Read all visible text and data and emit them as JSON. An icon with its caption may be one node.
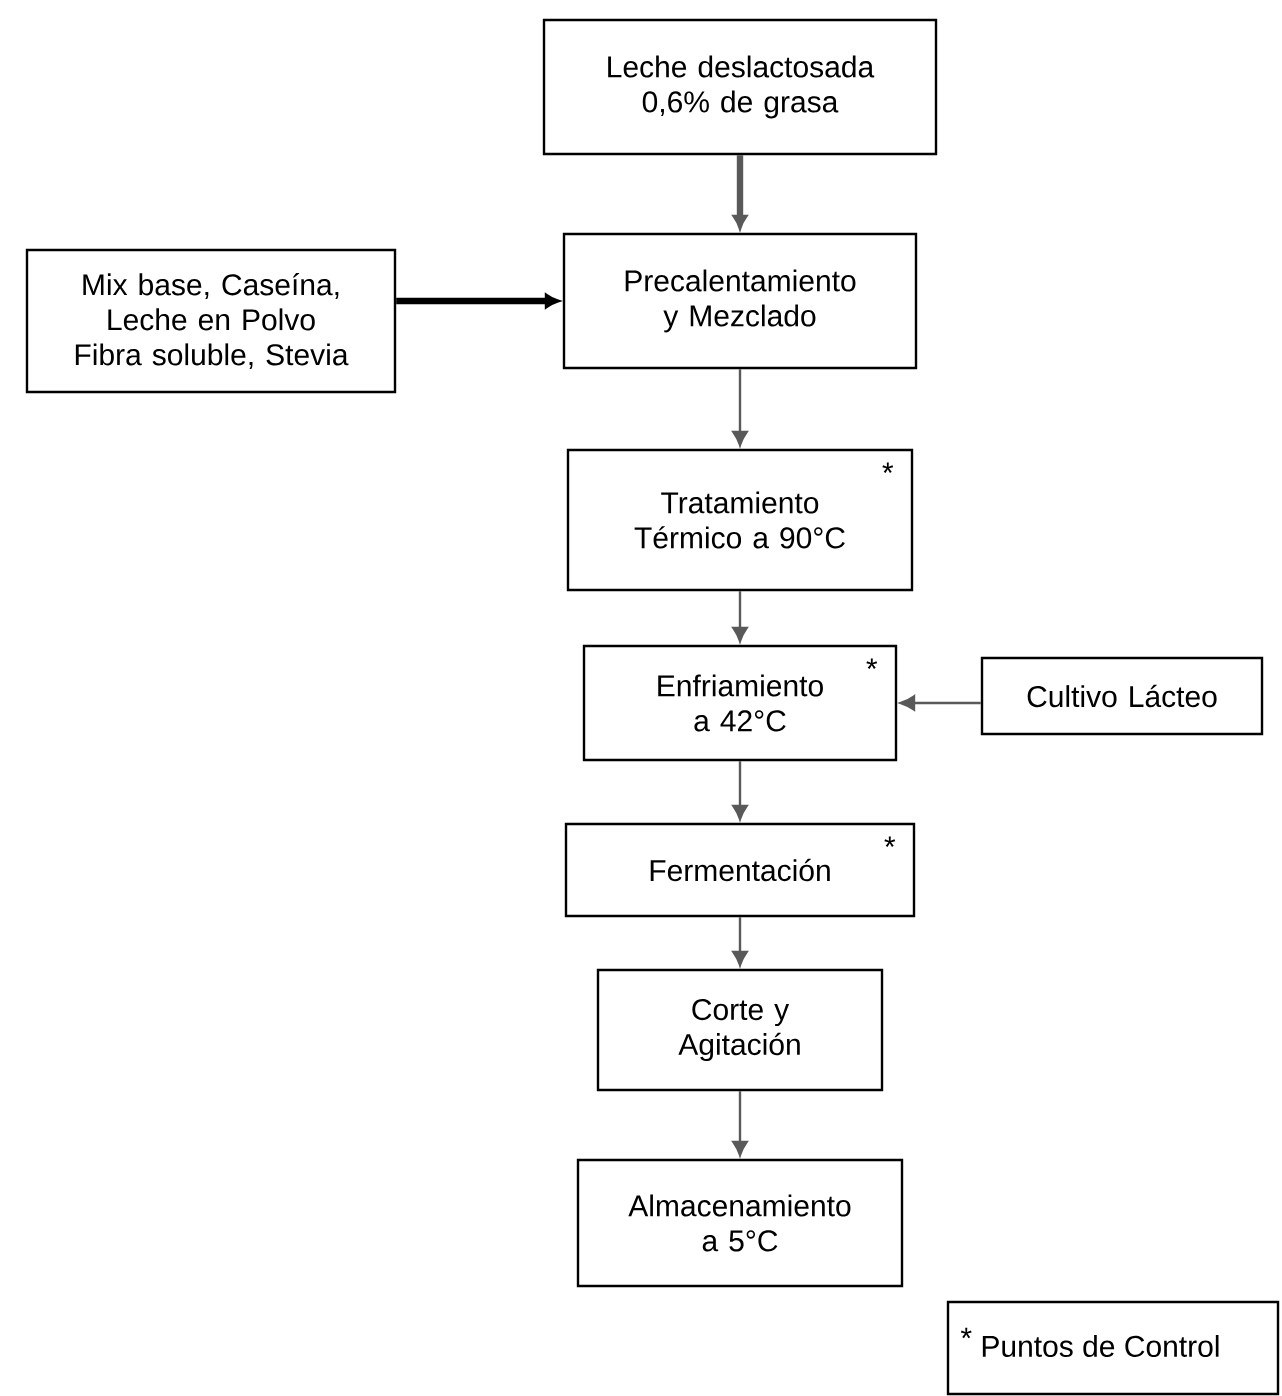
{
  "diagram": {
    "nodes": [
      {
        "text": [
          "Leche deslactosada 0,6% de grasa"
        ]
      },
      {
        "text": [
          "Mix base, Caseína, Leche en Polvo Fibra soluble, Stevia"
        ]
      },
      {
        "text": [
          "Precalentamiento y Mezclado"
        ]
      },
      {
        "text": [
          "Tratamiento Térmico a 90°C",
          "*"
        ]
      },
      {
        "text": [
          "Enfriamiento a 42°C",
          "*"
        ]
      },
      {
        "text": [
          "Cultivo Lácteo"
        ]
      },
      {
        "text": [
          "Fermentación",
          "*"
        ]
      },
      {
        "text": [
          "Corte y Agitación"
        ]
      },
      {
        "text": [
          "Almacenamiento a 5°C"
        ]
      },
      {
        "text": [
          "*",
          "Puntos de Control"
        ]
      }
    ],
    "edges": [
      {
        "from": 0,
        "to": 2,
        "arrow": "to",
        "style": "thick"
      },
      {
        "from": 1,
        "to": 2,
        "arrow": "to",
        "style": "thick",
        "color": "#000000"
      },
      {
        "from": 2,
        "to": 3,
        "arrow": "to"
      },
      {
        "from": 3,
        "to": 4,
        "arrow": "to"
      },
      {
        "from": 5,
        "to": 4,
        "arrow": "to"
      },
      {
        "from": 4,
        "to": 6,
        "arrow": "to"
      },
      {
        "from": 6,
        "to": 7,
        "arrow": "to"
      },
      {
        "from": 7,
        "to": 8,
        "arrow": "to"
      }
    ]
  }
}
